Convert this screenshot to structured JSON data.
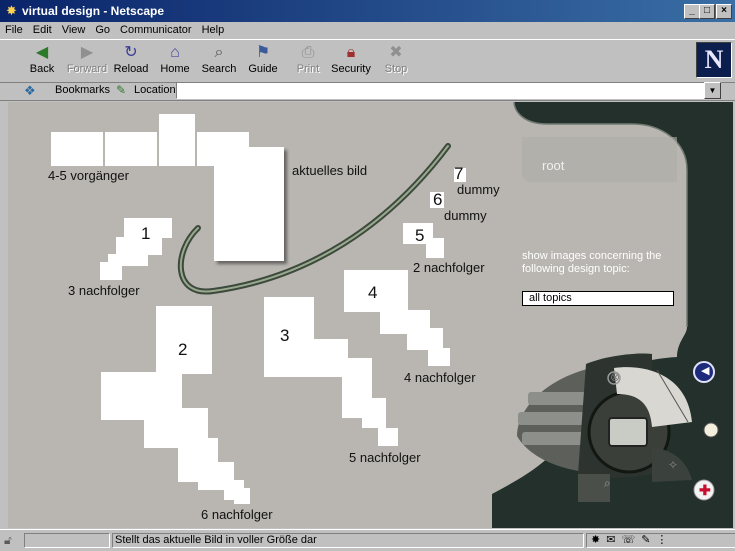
{
  "window": {
    "title": "virtual design - Netscape"
  },
  "menu": [
    "File",
    "Edit",
    "View",
    "Go",
    "Communicator",
    "Help"
  ],
  "toolbar": {
    "back": "Back",
    "forward": "Forward",
    "reload": "Reload",
    "home": "Home",
    "search": "Search",
    "guide": "Guide",
    "print": "Print",
    "security": "Security",
    "stop": "Stop"
  },
  "locationbar": {
    "bookmarks": "Bookmarks",
    "location": "Location:",
    "url": ""
  },
  "content": {
    "predecessors": "4-5 vorgänger",
    "current": "aktuelles bild",
    "dummy1": {
      "num": "7",
      "label": "dummy"
    },
    "dummy2": {
      "num": "6",
      "label": "dummy"
    },
    "g1": {
      "num": "1",
      "label": "3 nachfolger"
    },
    "g5": {
      "num": "5",
      "label": "2 nachfolger"
    },
    "g4": {
      "num": "4",
      "label": "4 nachfolger"
    },
    "g2": {
      "num": "2",
      "label": "6 nachfolger"
    },
    "g3": {
      "num": "3",
      "label": "5 nachfolger"
    }
  },
  "panel": {
    "root": "root",
    "show_text": "show images concerning the following design topic:",
    "topic": "all topics"
  },
  "status": {
    "text": "Stellt das aktuelle Bild in voller Größe dar"
  },
  "colors": {
    "titlebar": "#0a246a",
    "content_bg": "#b9b6b1",
    "panel_bg": "#23302b",
    "panel_inner": "#a9a7a1"
  }
}
